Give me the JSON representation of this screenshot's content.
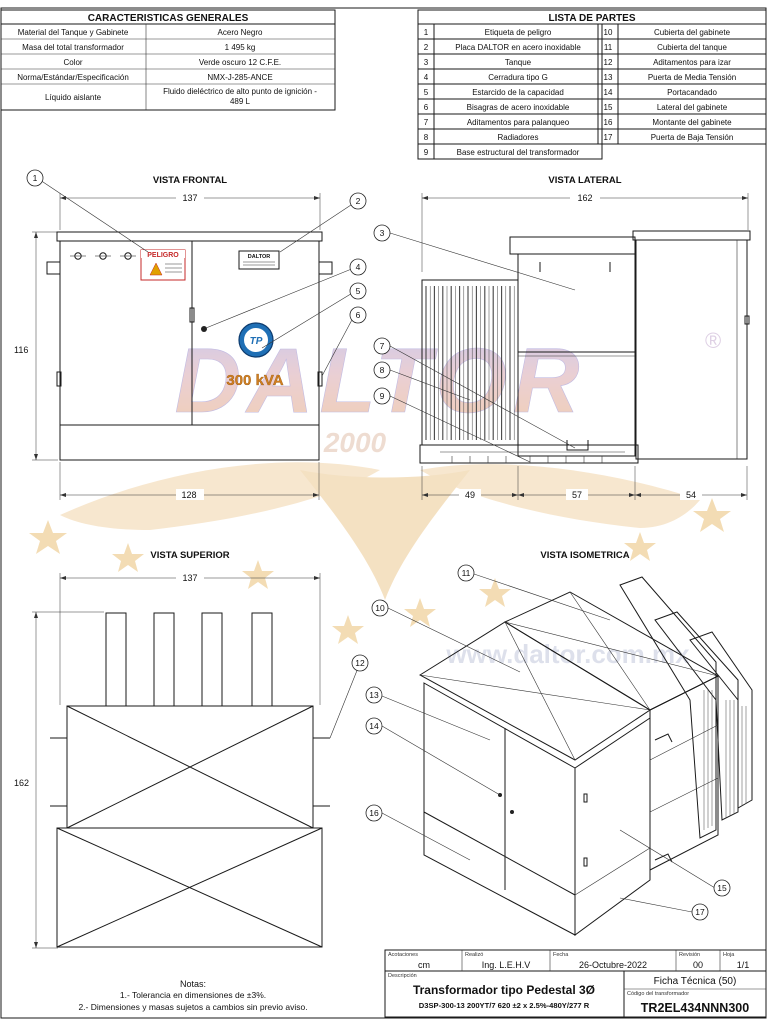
{
  "general": {
    "title": "CARACTERISTICAS GENERALES",
    "rows": [
      {
        "label": "Material del Tanque y Gabinete",
        "value": "Acero Negro"
      },
      {
        "label": "Masa del total transformador",
        "value": "1 495 kg"
      },
      {
        "label": "Color",
        "value": "Verde oscuro 12 C.F.E."
      },
      {
        "label": "Norma/Estándar/Especificación",
        "value": "NMX-J-285-ANCE"
      },
      {
        "label": "Líquido aislante",
        "value1": "Fluido dieléctrico de alto punto de ignición -",
        "value2": "489 L"
      }
    ]
  },
  "parts": {
    "title": "LISTA DE PARTES",
    "left": [
      {
        "n": "1",
        "name": "Etiqueta de peligro"
      },
      {
        "n": "2",
        "name": "Placa DALTOR en acero inoxidable"
      },
      {
        "n": "3",
        "name": "Tanque"
      },
      {
        "n": "4",
        "name": "Cerradura tipo G"
      },
      {
        "n": "5",
        "name": "Estarcido de la capacidad"
      },
      {
        "n": "6",
        "name": "Bisagras de acero inoxidable"
      },
      {
        "n": "7",
        "name": "Aditamentos para palanqueo"
      },
      {
        "n": "8",
        "name": "Radiadores"
      },
      {
        "n": "9",
        "name": "Base estructural del transformador"
      }
    ],
    "right": [
      {
        "n": "10",
        "name": "Cubierta del gabinete"
      },
      {
        "n": "11",
        "name": "Cubierta del tanque"
      },
      {
        "n": "12",
        "name": "Aditamentos para izar"
      },
      {
        "n": "13",
        "name": "Puerta de Media Tensión"
      },
      {
        "n": "14",
        "name": "Portacandado"
      },
      {
        "n": "15",
        "name": "Lateral del gabinete"
      },
      {
        "n": "16",
        "name": "Montante del gabinete"
      },
      {
        "n": "17",
        "name": "Puerta de Baja Tensión"
      }
    ]
  },
  "views": {
    "front": "VISTA FRONTAL",
    "side": "VISTA LATERAL",
    "top": "VISTA SUPERIOR",
    "iso": "VISTA ISOMETRICA"
  },
  "dims": {
    "front_width": "137",
    "front_height": "116",
    "front_base": "128",
    "side_width": "162",
    "side_a": "49",
    "side_b": "57",
    "side_c": "54",
    "top_width": "137",
    "top_depth": "162"
  },
  "labels": {
    "danger": "PELIGRO",
    "brand": "DALTOR",
    "capacity": "300 kVA",
    "logo_letters": "TP"
  },
  "watermark": {
    "brand": "DALTOR",
    "registered": "®",
    "year": "2000",
    "url": "www.daltor.com.mx"
  },
  "notes": {
    "title": "Notas:",
    "line1": "1.- Tolerancia en dimensiones de ±3%.",
    "line2": "2.- Dimensiones y masas sujetos a cambios sin previo aviso."
  },
  "titleblock": {
    "acot_label": "Acotaciones",
    "acot_value": "cm",
    "realizo_label": "Realizó",
    "realizo_value": "Ing. L.E.H.V",
    "fecha_label": "Fecha",
    "fecha_value": "26-Octubre-2022",
    "revision_label": "Revisión",
    "revision_value": "00",
    "hoja_label": "Hoja",
    "hoja_value": "1/1",
    "desc_label": "Descripción",
    "desc_title": "Transformador tipo Pedestal 3Ø",
    "desc_sub": "D3SP-300-13 200YT/7 620 ±2 x 2.5%-480Y/277 R",
    "ficha": "Ficha Técnica (50)",
    "code_label": "Código del transformador",
    "code_value": "TR2EL434NNN300"
  }
}
